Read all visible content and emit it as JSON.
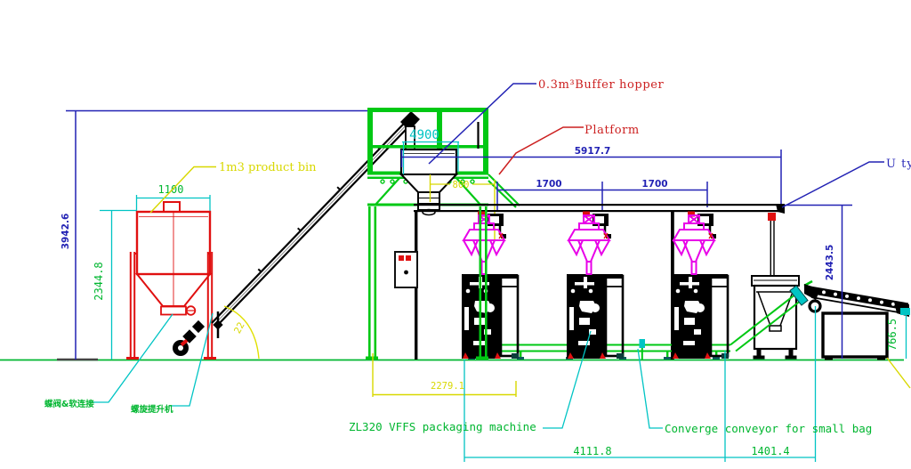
{
  "labels": {
    "product_bin": "1m3 product bin",
    "buffer_hopper": "0.3m³Buffer hopper",
    "platform": "Platform",
    "u_type_conveyor": "U ty",
    "vffs_machine": "ZL320 VFFS packaging machine",
    "converge_conveyor": "Converge conveyor for small bag",
    "butterfly_valve_cn": "蝶阀&软连接",
    "screw_elevator_cn": "螺旋提升机"
  },
  "dimensions": {
    "bin_width": "1100",
    "overall_height": "3942.6",
    "bin_height": "2344.8",
    "hopper_width": "4900",
    "hopper_to_machine": "800",
    "platform_length": "5917.7",
    "pitch_a": "1700",
    "pitch_b": "1700",
    "front_span": "2279.1",
    "machines_span": "4111.8",
    "out_conveyor_span": "1401.4",
    "walkway_height": "2443.5",
    "discharge_height": "766.5",
    "incline_angle": "22"
  },
  "colors": {
    "red": "#e01010",
    "dim_green": "#00b630",
    "structure_green": "#00c814",
    "magenta": "#e800e8",
    "blue": "#2222b4",
    "cyan": "#00c4c4",
    "yellow": "#d8d800",
    "black": "#000000"
  }
}
